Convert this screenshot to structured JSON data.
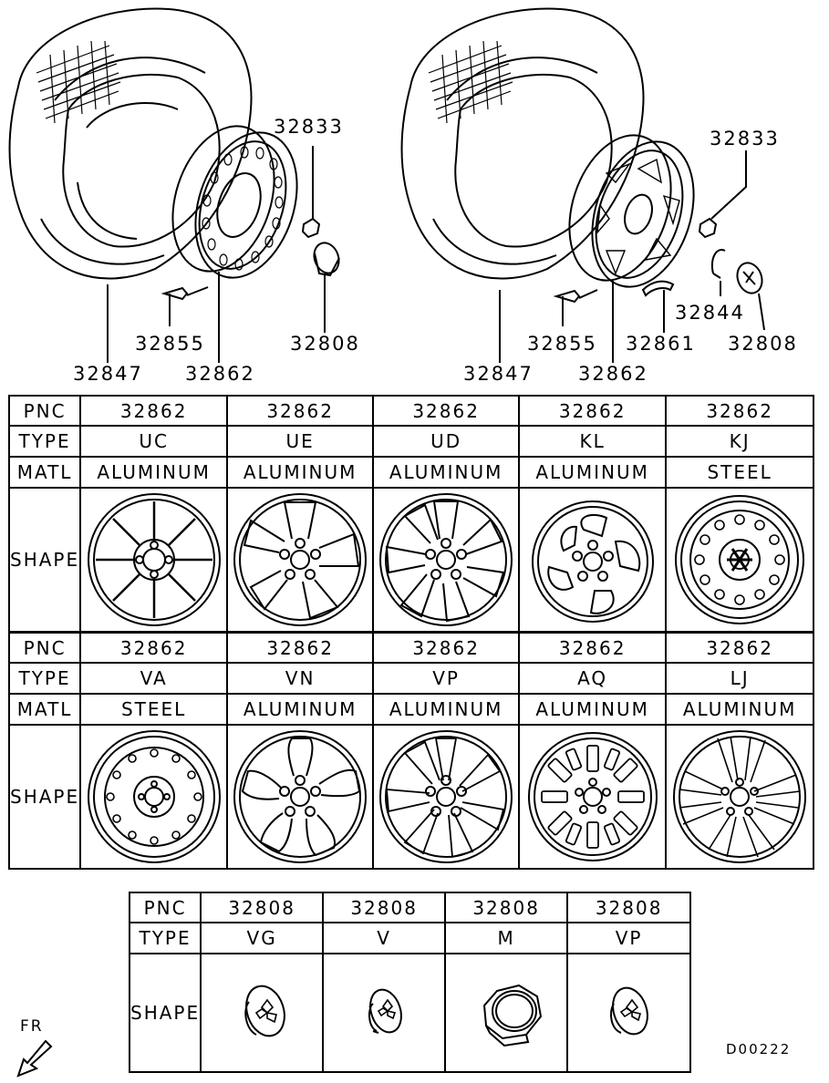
{
  "top_callouts": [
    {
      "id": "left-32833",
      "text": "32833"
    },
    {
      "id": "left-32855",
      "text": "32855"
    },
    {
      "id": "left-32808",
      "text": "32808"
    },
    {
      "id": "left-32847",
      "text": "32847"
    },
    {
      "id": "left-32862",
      "text": "32862"
    },
    {
      "id": "right-32833",
      "text": "32833"
    },
    {
      "id": "right-32844",
      "text": "32844"
    },
    {
      "id": "right-32855",
      "text": "32855"
    },
    {
      "id": "right-32861",
      "text": "32861"
    },
    {
      "id": "right-32808",
      "text": "32808"
    },
    {
      "id": "right-32847",
      "text": "32847"
    },
    {
      "id": "right-32862",
      "text": "32862"
    }
  ],
  "row_labels": {
    "pnc": "PNC",
    "type": "TYPE",
    "matl": "MATL",
    "shape": "SHAPE"
  },
  "wheel_table_1": [
    {
      "pnc": "32862",
      "type": "UC",
      "matl": "ALUMINUM",
      "icon": "wheel-uc-icon"
    },
    {
      "pnc": "32862",
      "type": "UE",
      "matl": "ALUMINUM",
      "icon": "wheel-ue-icon"
    },
    {
      "pnc": "32862",
      "type": "UD",
      "matl": "ALUMINUM",
      "icon": "wheel-ud-icon"
    },
    {
      "pnc": "32862",
      "type": "KL",
      "matl": "ALUMINUM",
      "icon": "wheel-kl-icon"
    },
    {
      "pnc": "32862",
      "type": "KJ",
      "matl": "STEEL",
      "icon": "wheel-kj-icon"
    }
  ],
  "wheel_table_2": [
    {
      "pnc": "32862",
      "type": "VA",
      "matl": "STEEL",
      "icon": "wheel-va-icon"
    },
    {
      "pnc": "32862",
      "type": "VN",
      "matl": "ALUMINUM",
      "icon": "wheel-vn-icon"
    },
    {
      "pnc": "32862",
      "type": "VP",
      "matl": "ALUMINUM",
      "icon": "wheel-vp-icon"
    },
    {
      "pnc": "32862",
      "type": "AQ",
      "matl": "ALUMINUM",
      "icon": "wheel-aq-icon"
    },
    {
      "pnc": "32862",
      "type": "LJ",
      "matl": "ALUMINUM",
      "icon": "wheel-lj-icon"
    }
  ],
  "cap_table": [
    {
      "pnc": "32808",
      "type": "VG",
      "icon": "hub-cap-vg-icon"
    },
    {
      "pnc": "32808",
      "type": "V",
      "icon": "hub-cap-v-icon"
    },
    {
      "pnc": "32808",
      "type": "M",
      "icon": "hub-cap-m-icon"
    },
    {
      "pnc": "32808",
      "type": "VP",
      "icon": "hub-cap-vp-icon"
    }
  ],
  "front_label": "FR",
  "diagram_code": "D00222",
  "colors": {
    "ink": "#000000",
    "paper": "#ffffff"
  }
}
